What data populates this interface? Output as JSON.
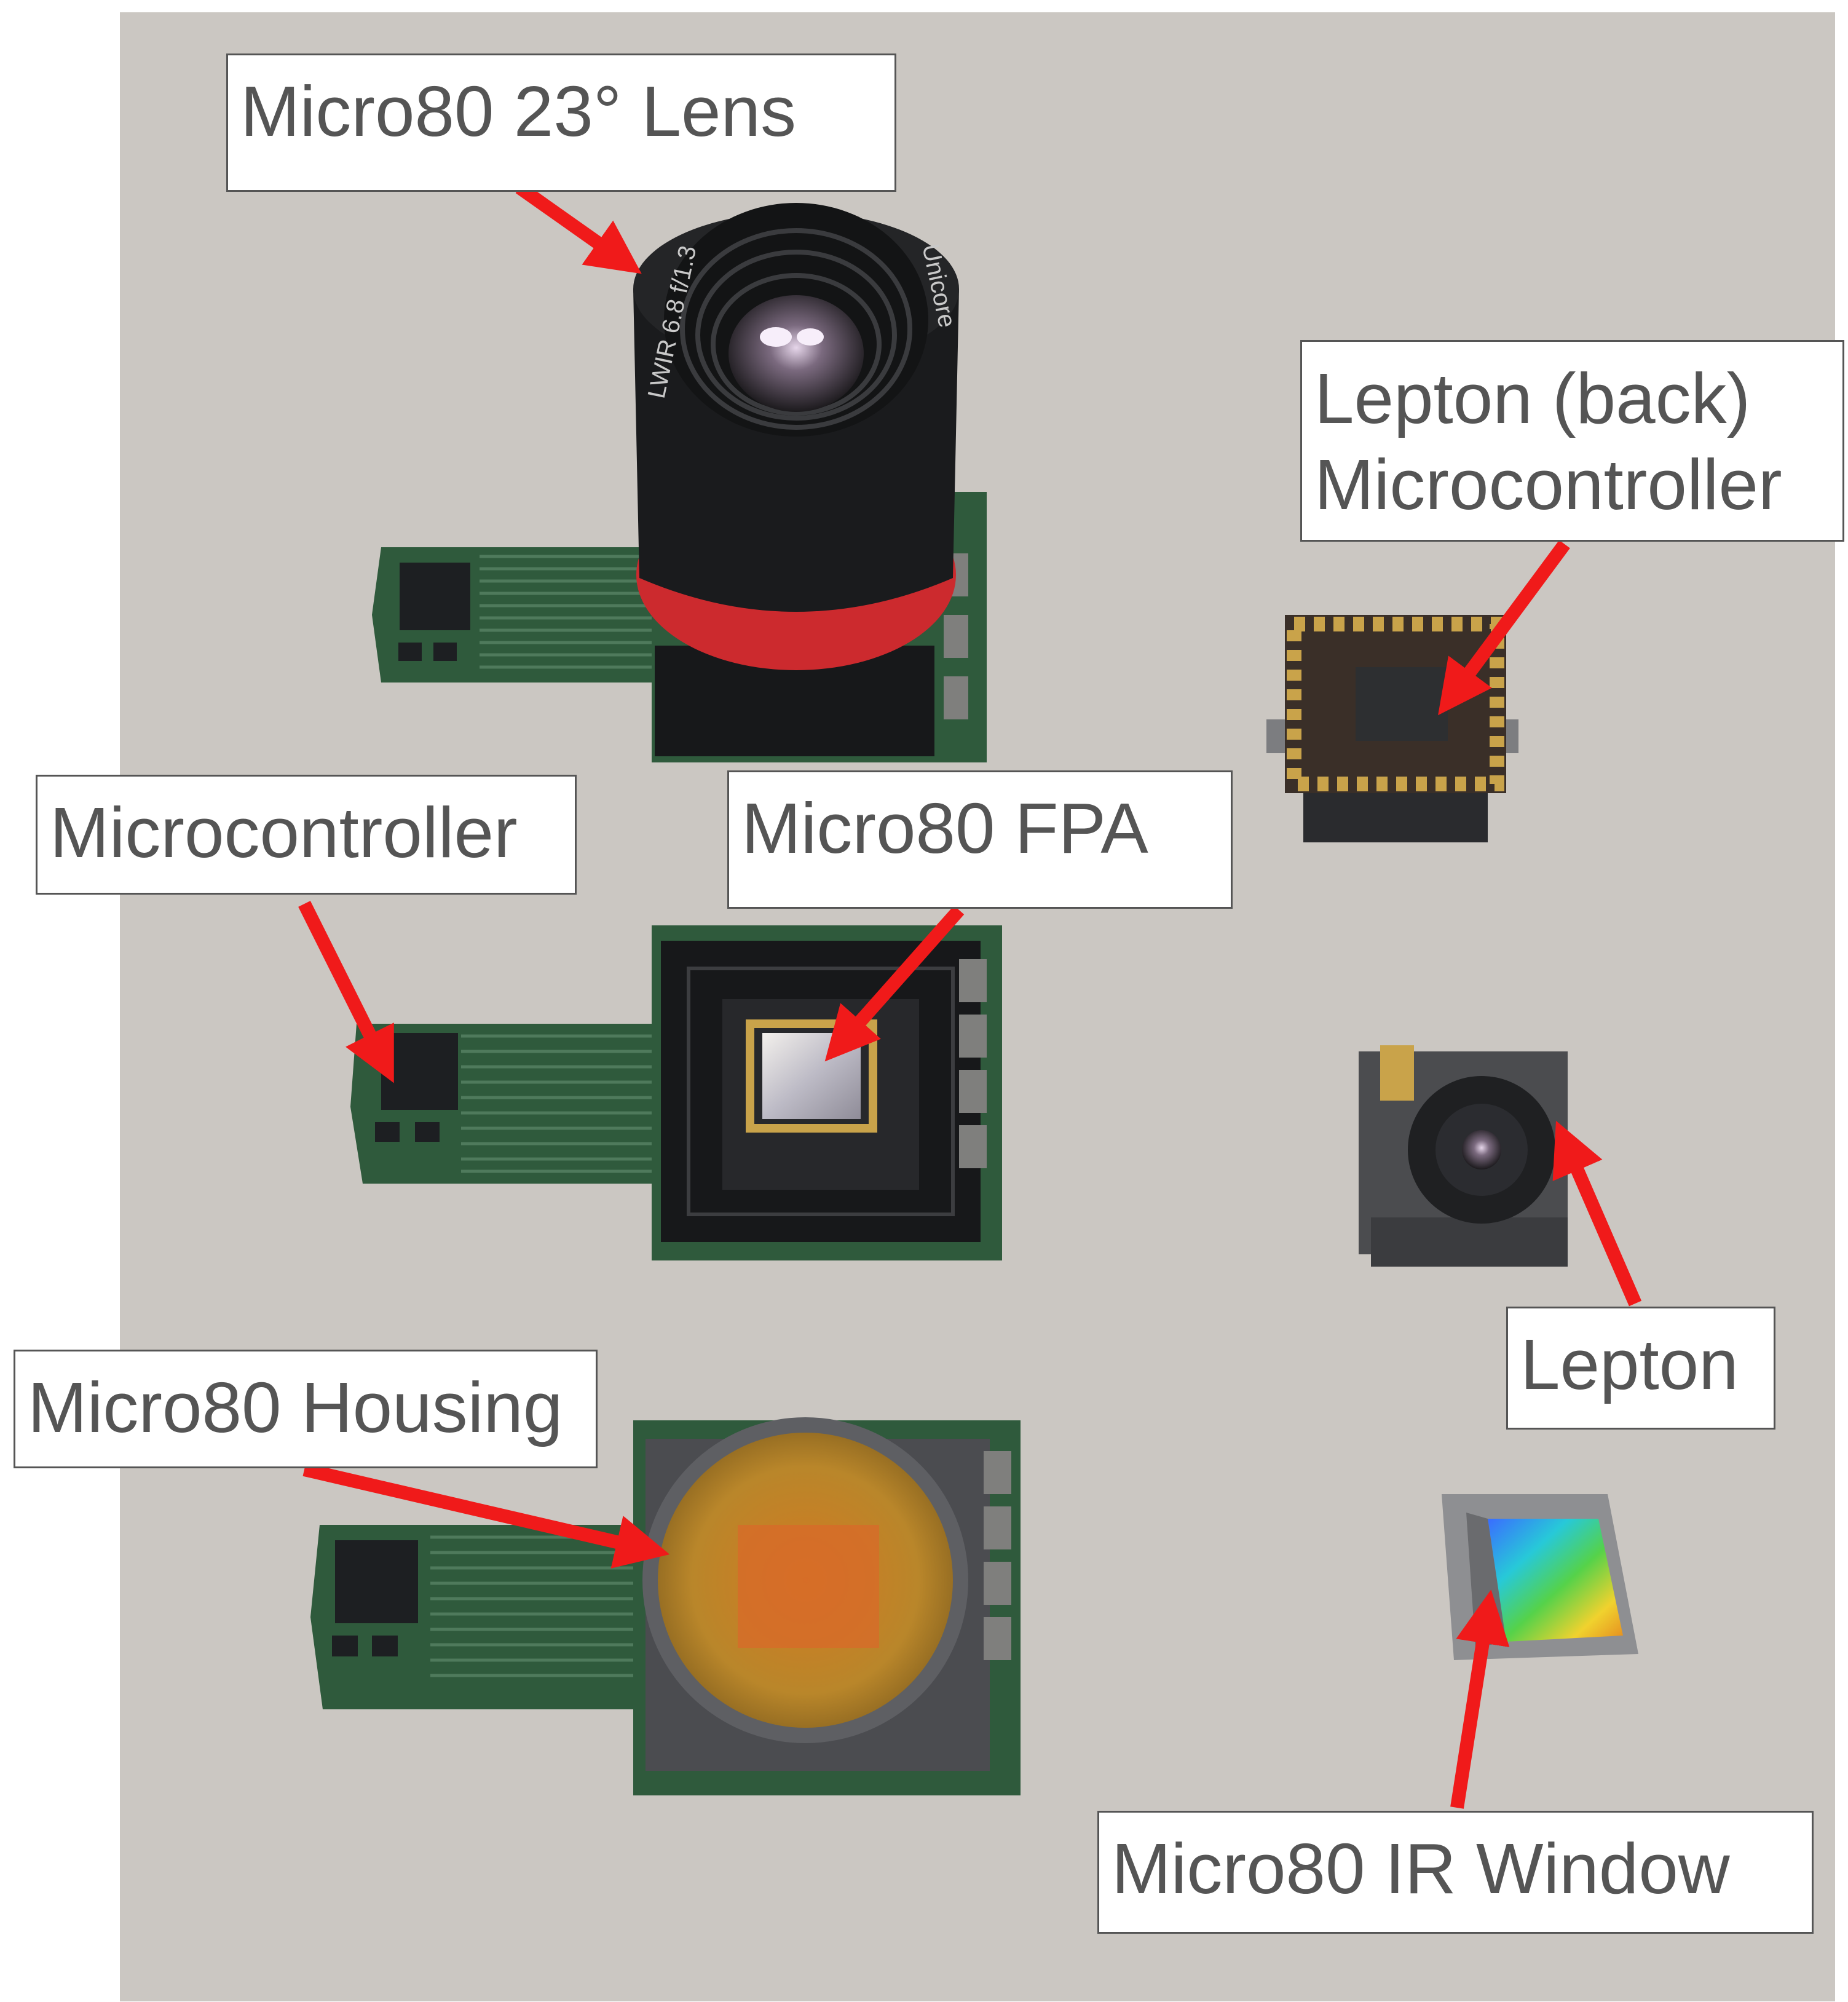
{
  "labels": {
    "lens": "Micro80 23° Lens",
    "lepton_back_line1": "Lepton (back)",
    "lepton_back_line2": "Microcontroller",
    "microcontroller": "Microcontroller",
    "fpa": "Micro80 FPA",
    "lepton": "Lepton",
    "housing": "Micro80 Housing",
    "ir_window": "Micro80 IR Window"
  },
  "lens_engraving": {
    "left": "LWIR 6.8 f/1.3",
    "right": "Unicore"
  },
  "colors": {
    "background": "#cbc7c2",
    "pcb_green": "#2f5a3c",
    "arrow_red": "#f01a1a",
    "label_text": "#555555",
    "lens_ring_red": "#cc2a2e",
    "housing_window_amber": "#b9862a"
  }
}
